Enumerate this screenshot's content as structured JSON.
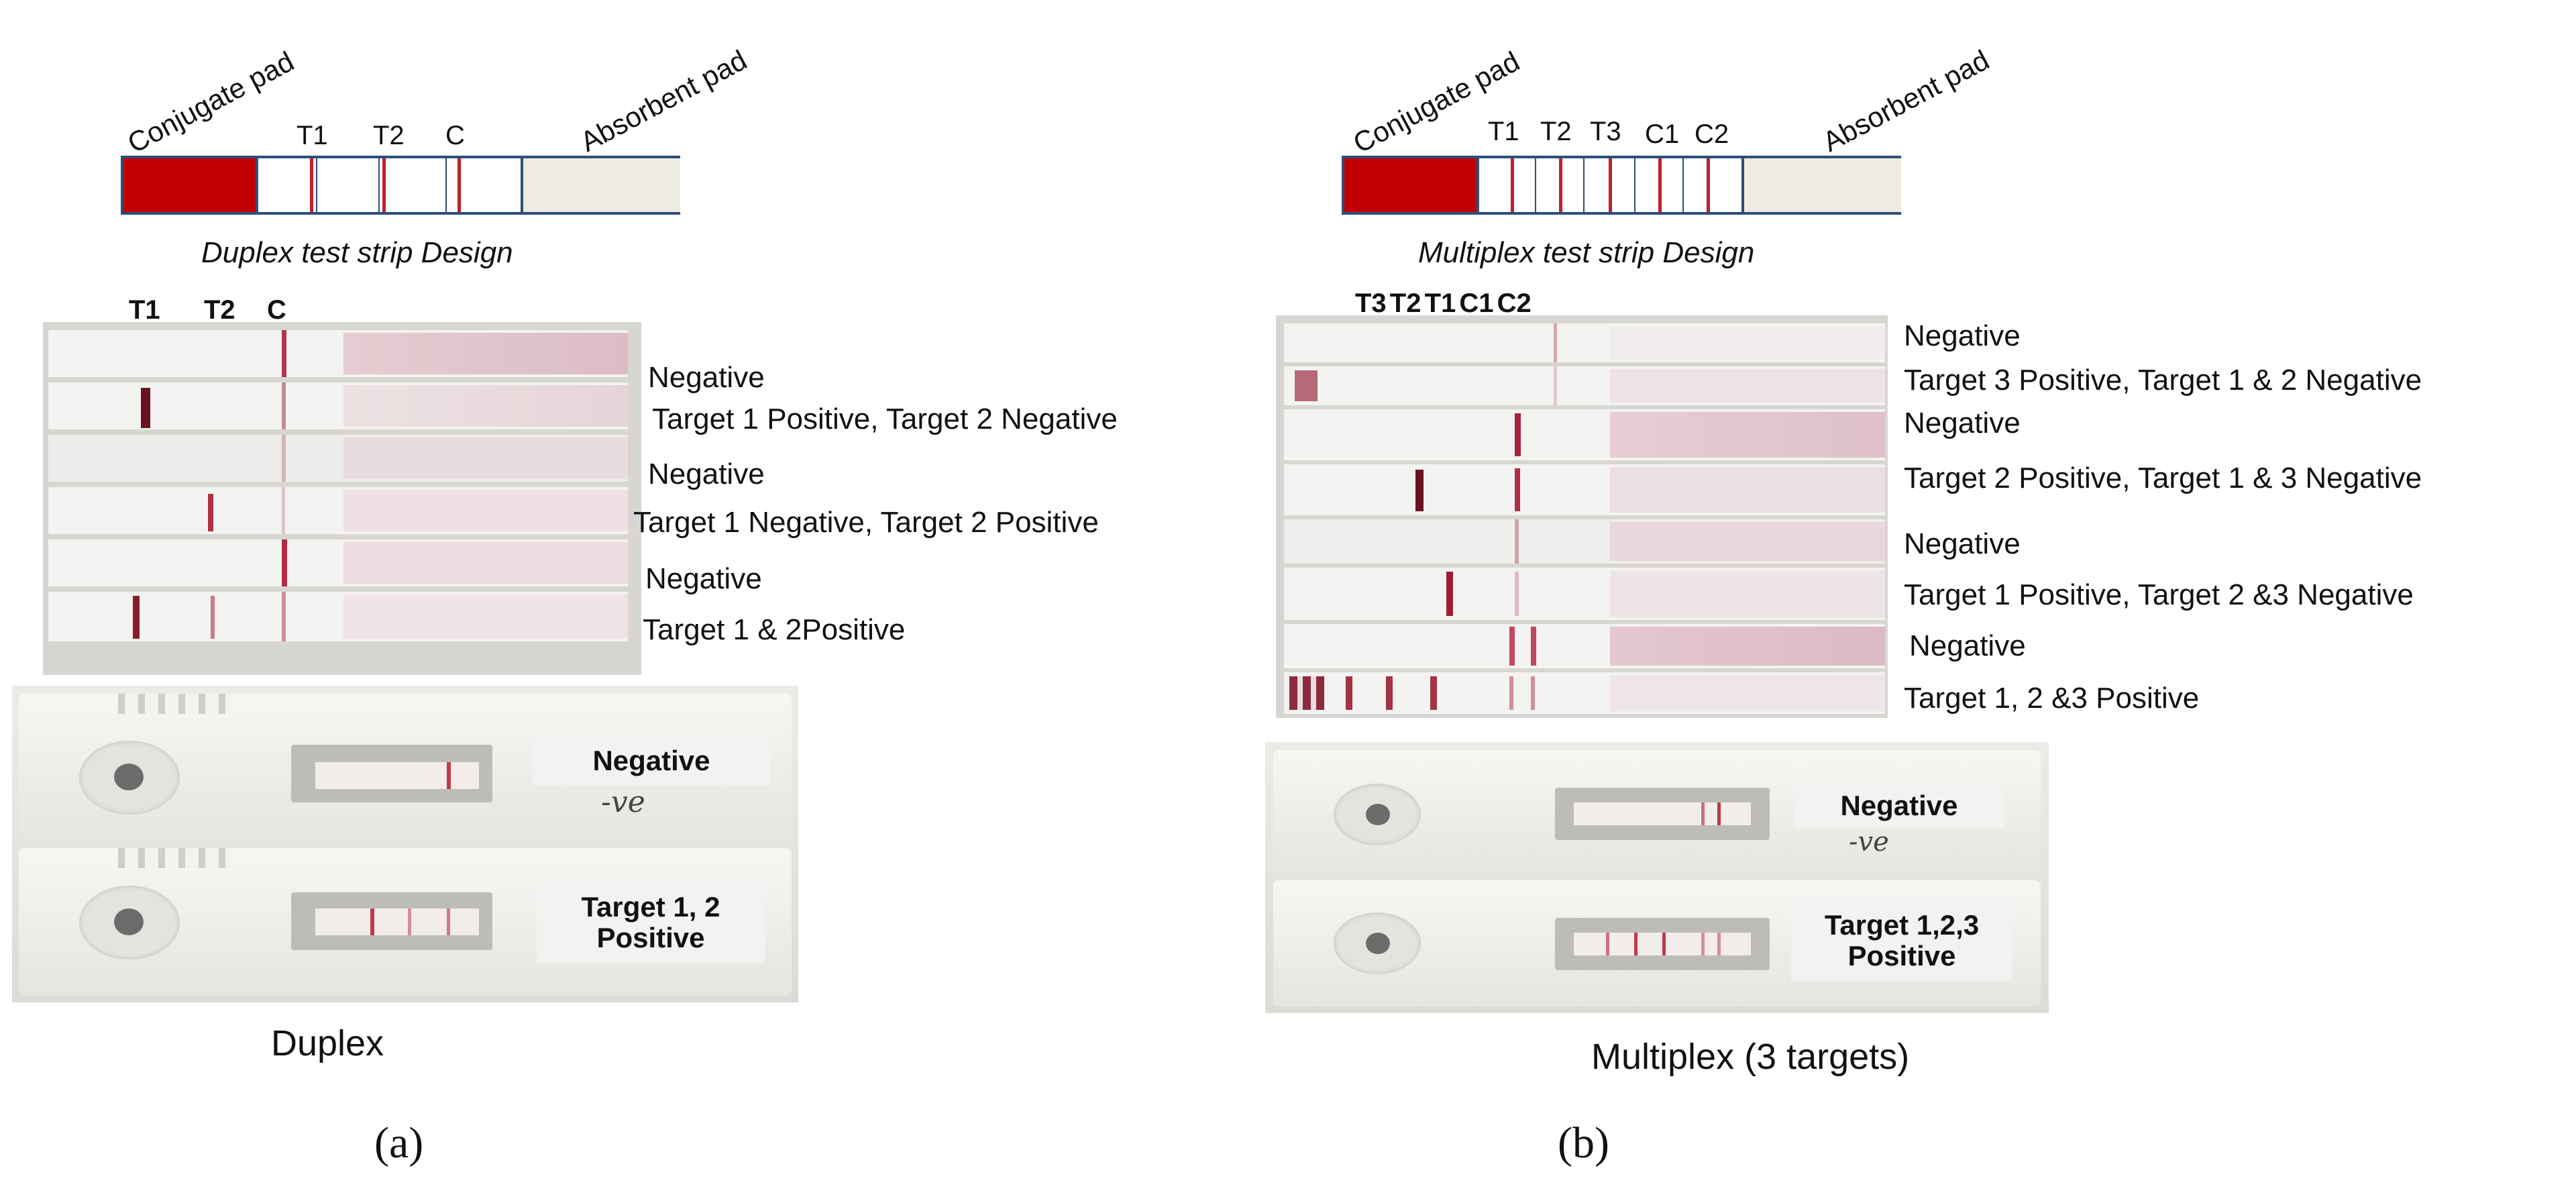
{
  "panel_a": {
    "pad_left": "Conjugate  pad",
    "pad_right": "Absorbent pad",
    "lines": [
      "T1",
      "T2",
      "C"
    ],
    "design_caption": "Duplex test strip Design",
    "strip_header": [
      "T1",
      "T2",
      "C"
    ],
    "results": [
      "Negative",
      "Target 1 Positive, Target 2 Negative",
      "Negative",
      "Target 1 Negative, Target 2 Positive",
      "Negative",
      "Target 1 & 2Positive"
    ],
    "cassette_labels": [
      "Negative",
      "Target 1, 2\nPositive"
    ],
    "handwriting": "-ve",
    "caption": "Duplex",
    "sub_label": "(a)"
  },
  "panel_b": {
    "pad_left": "Conjugate  pad",
    "pad_right": "Absorbent pad",
    "lines": [
      "T1",
      "T2",
      "T3",
      "C1",
      "C2"
    ],
    "design_caption": "Multiplex test strip Design",
    "strip_header": "T3 T2 T1 C1 C2",
    "results": [
      "Negative",
      "Target 3 Positive, Target 1 & 2 Negative",
      "Negative",
      "Target 2 Positive, Target 1 & 3 Negative",
      "Negative",
      "Target 1 Positive, Target 2 &3 Negative",
      "Negative",
      "Target 1, 2 &3 Positive"
    ],
    "cassette_labels": [
      "Negative",
      "Target 1,2,3\nPositive"
    ],
    "handwriting": "-ve",
    "caption": "Multiplex (3 targets)",
    "sub_label": "(b)"
  },
  "colors": {
    "conjugate_pad": "#c00000",
    "absorbent_pad": "#eeebe2",
    "strip_border": "#2f4f7a",
    "test_line": "#c21f2e",
    "sample_line": "#9c1f3f"
  }
}
